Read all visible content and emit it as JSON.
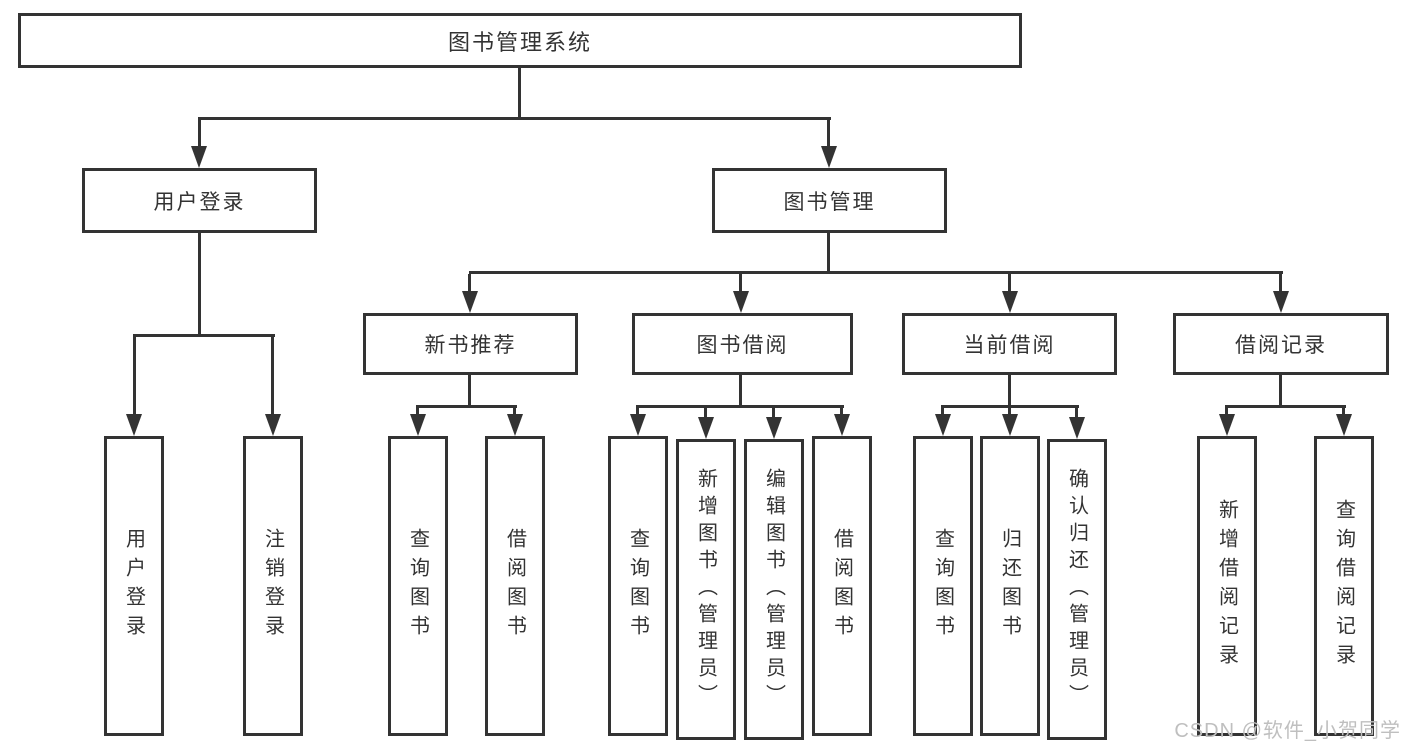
{
  "diagram": {
    "root": {
      "label": "图书管理系统"
    },
    "branches": [
      {
        "label": "用户登录",
        "children": [
          "用户登录",
          "注销登录"
        ]
      },
      {
        "label": "图书管理",
        "subbranches": [
          {
            "label": "新书推荐",
            "children": [
              "查询图书",
              "借阅图书"
            ]
          },
          {
            "label": "图书借阅",
            "children": [
              "查询图书",
              "新增图书（管理员）",
              "编辑图书（管理员）",
              "借阅图书"
            ]
          },
          {
            "label": "当前借阅",
            "children": [
              "查询图书",
              "归还图书",
              "确认归还（管理员）"
            ]
          },
          {
            "label": "借阅记录",
            "children": [
              "新增借阅记录",
              "查询借阅记录"
            ]
          }
        ]
      }
    ],
    "line_color": "#333333",
    "text_color": "#333333",
    "box_background": "#ffffff"
  },
  "watermark": {
    "text": "CSDN @软件_小贺同学",
    "color": "#bfbfbf"
  }
}
